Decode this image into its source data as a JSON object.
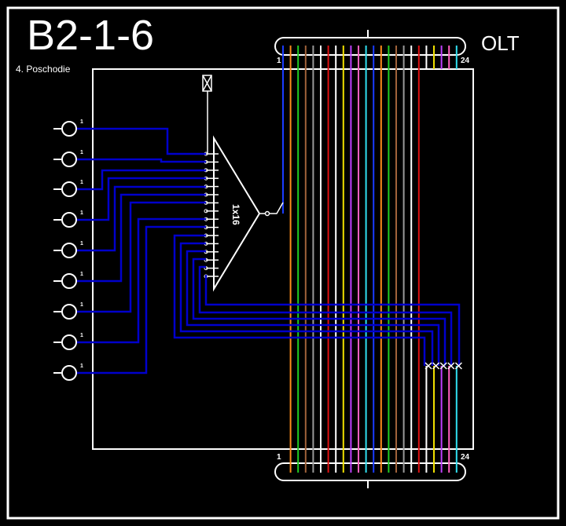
{
  "title": "B2-1-6",
  "subtitle": "4. Poschodie",
  "olt_label": "OLT",
  "splitter_label": "1x16",
  "fiber_count_start": "1",
  "fiber_count_end": "24",
  "port_label": "1",
  "colors": {
    "background": "#000000",
    "line": "#ffffff",
    "drop_cable": "#0000cc",
    "marker": "#ffffff"
  },
  "fibers": [
    {
      "name": "blue",
      "color": "#1a3cff"
    },
    {
      "name": "orange",
      "color": "#ff8c1a"
    },
    {
      "name": "green",
      "color": "#22cc22"
    },
    {
      "name": "brown",
      "color": "#a0623a"
    },
    {
      "name": "grey",
      "color": "#9a9a9a"
    },
    {
      "name": "white",
      "color": "#ffffff"
    },
    {
      "name": "red",
      "color": "#e01010"
    },
    {
      "name": "white2",
      "color": "#ffffff"
    },
    {
      "name": "yellow",
      "color": "#f0e000"
    },
    {
      "name": "violet",
      "color": "#c040ff"
    },
    {
      "name": "pink",
      "color": "#ff60c0"
    },
    {
      "name": "aqua",
      "color": "#30e0f0"
    },
    {
      "name": "blue2",
      "color": "#1a3cff"
    },
    {
      "name": "orange2",
      "color": "#ff8c1a"
    },
    {
      "name": "green2",
      "color": "#22cc22"
    },
    {
      "name": "brown2",
      "color": "#a0623a"
    },
    {
      "name": "grey2",
      "color": "#9a9a9a"
    },
    {
      "name": "white3",
      "color": "#ffffff"
    },
    {
      "name": "red2",
      "color": "#e01010"
    },
    {
      "name": "white4",
      "color": "#ffffff"
    },
    {
      "name": "yellow2",
      "color": "#f0e000"
    },
    {
      "name": "violet2",
      "color": "#c040ff"
    },
    {
      "name": "pink2",
      "color": "#ff60c0"
    },
    {
      "name": "aqua2",
      "color": "#30e0f0"
    }
  ],
  "drop_ports": 9,
  "splitter_outputs": 16
}
